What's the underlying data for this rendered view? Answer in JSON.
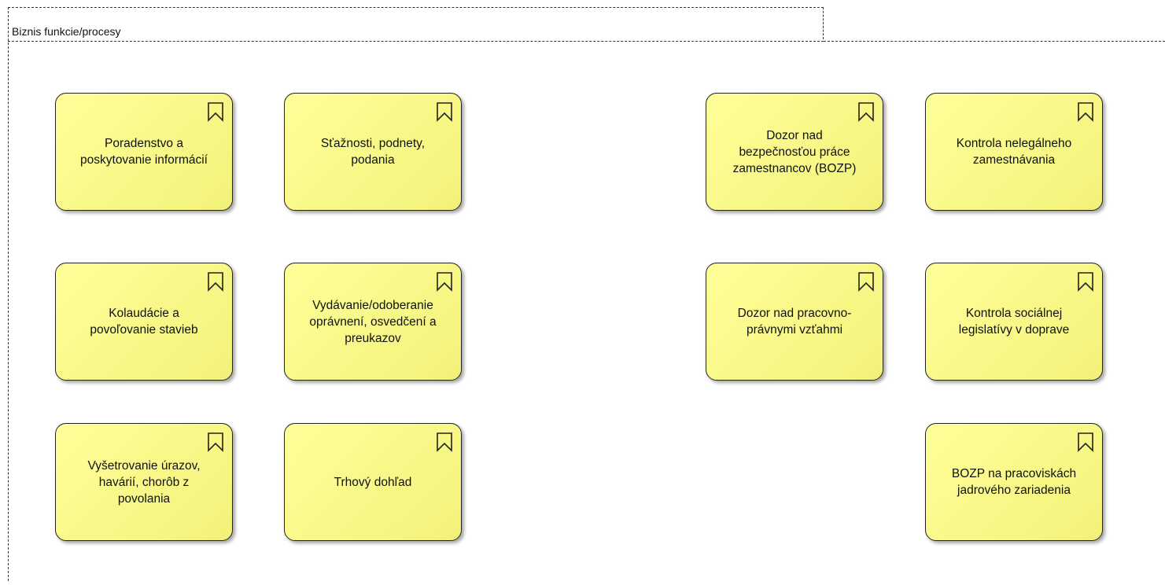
{
  "group": {
    "title": "Biznis funkcie/procesy"
  },
  "functions": [
    {
      "id": "poradenstvo",
      "label": "Poradenstvo a\nposkytovanie informácií"
    },
    {
      "id": "staznosti",
      "label": "Sťažnosti, podnety,\npodania"
    },
    {
      "id": "dozor-bozp",
      "label": "Dozor nad\nbezpečnosťou práce\nzamestnancov (BOZP)"
    },
    {
      "id": "kontrola-nelegalneho",
      "label": "Kontrola nelegálneho\nzamestnávania"
    },
    {
      "id": "kolaudacie",
      "label": "Kolaudácie a\npovoľovanie stavieb"
    },
    {
      "id": "vydavanie",
      "label": "Vydávanie/odoberanie\noprávnení, osvedčení a\npreukazov"
    },
    {
      "id": "dozor-pracovnopravnymi",
      "label": "Dozor nad pracovno-\nprávnymi vzťahmi"
    },
    {
      "id": "kontrola-socialnej",
      "label": "Kontrola sociálnej\nlegislatívy v doprave"
    },
    {
      "id": "vysetrovanie",
      "label": "Vyšetrovanie úrazov,\nhavárií, chorôb z\npovolania"
    },
    {
      "id": "trhovy-dohlad",
      "label": "Trhový dohľad"
    },
    {
      "id": "bozp-jadrove",
      "label": "BOZP na pracoviskách\njadrového zariadenia"
    }
  ],
  "icons": {
    "function": "bookmark-icon"
  },
  "colors": {
    "box_fill": "#ffff99",
    "box_border": "#222222",
    "frame": "#333333"
  }
}
